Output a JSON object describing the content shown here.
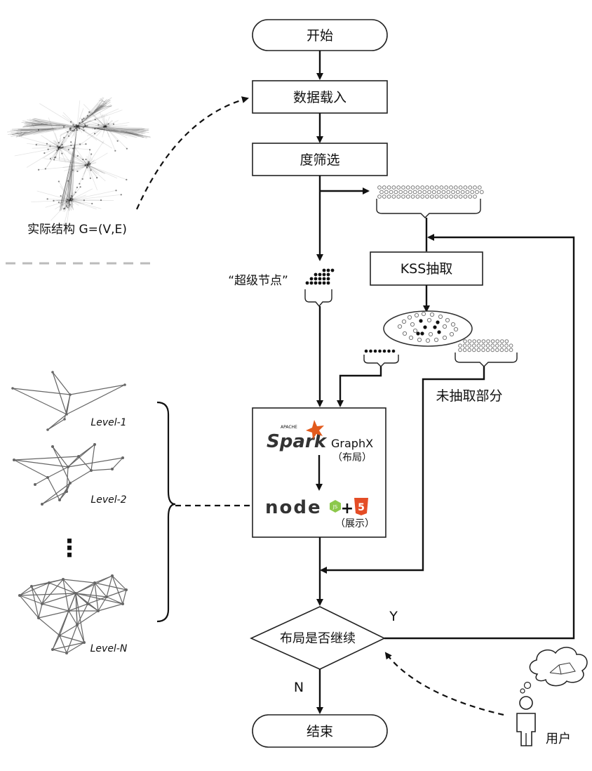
{
  "flow": {
    "start": "开始",
    "load": "数据载入",
    "filter": "度筛选",
    "kss": "KSS抽取",
    "decision": "布局是否继续",
    "end": "结束",
    "yes": "Y",
    "no": "N"
  },
  "labels": {
    "actual_structure": "实际结构 G=(V,E)",
    "super_nodes": "“超级节点”",
    "unextracted": "未抽取部分",
    "user": "用户"
  },
  "processing_box": {
    "spark_apache": "APACHE",
    "spark_word": "Spark",
    "graphx": "GraphX",
    "layout_note": "（布局）",
    "node_word": "node",
    "node_badge": "JS",
    "plus": "+",
    "html5_badge": "5",
    "display_note": "（展示）"
  },
  "levels": [
    "Level-1",
    "Level-2",
    "Level-N"
  ],
  "ellipsis": "⋮",
  "colors": {
    "spark_orange": "#E25A1C",
    "node_green": "#8CC84B",
    "html5_orange": "#E44D26",
    "node_dark": "#333333"
  }
}
